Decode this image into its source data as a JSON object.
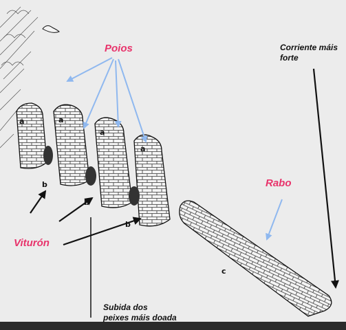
{
  "labels": {
    "poios": "Poios",
    "rabo": "Rabo",
    "vituron": "Viturón",
    "corriente_line1": "Corriente máis",
    "corriente_line2": "forte",
    "subida_line1": "Subida dos",
    "subida_line2": "peixes máis doada"
  },
  "marks": {
    "a": "a",
    "b": "b",
    "c": "c"
  },
  "colors": {
    "label_pink": "#e8336b",
    "arrow_blue": "#8fb8ef",
    "ink": "#111111",
    "paper": "#ececec"
  }
}
